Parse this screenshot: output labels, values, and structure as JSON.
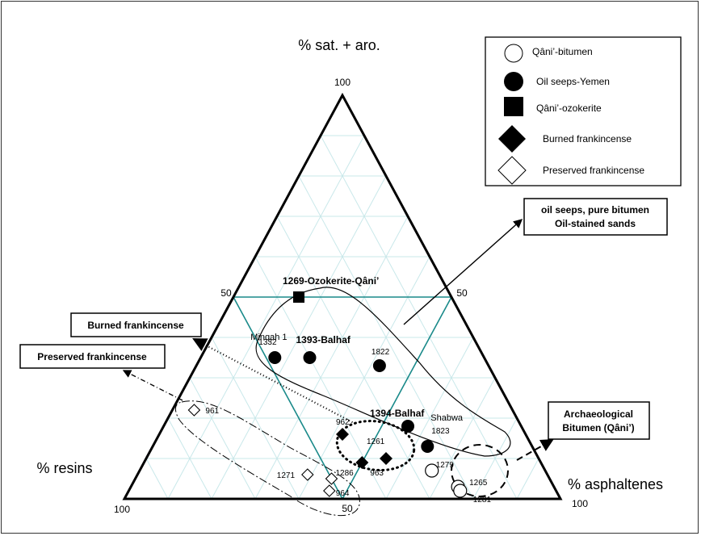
{
  "chart_data": {
    "type": "scatter",
    "subtype": "ternary",
    "axes": {
      "top": {
        "label": "% sat. + aro.",
        "max_label": "100"
      },
      "left": {
        "label": "% resins",
        "max_label": "100"
      },
      "right": {
        "label": "% asphaltenes",
        "max_label": "100"
      },
      "mid_labels": {
        "left_edge": "50",
        "right_edge": "50",
        "bottom_edge": "50"
      }
    },
    "grid": true,
    "grid_step": 10,
    "legend": {
      "placement": "top-right",
      "entries": [
        {
          "name": "Qâni’-bitumen",
          "marker": "open-circle"
        },
        {
          "name": "Oil seeps-Yemen",
          "marker": "filled-circle"
        },
        {
          "name": "Qâni’-ozokerite",
          "marker": "filled-square"
        },
        {
          "name": "Burned frankincense",
          "marker": "filled-diamond"
        },
        {
          "name": "Preserved frankincense",
          "marker": "open-diamond"
        }
      ]
    },
    "series": [
      {
        "name": "Qâni’-bitumen",
        "marker": "open-circle",
        "points": [
          {
            "label": "1279",
            "sat_aro": 7,
            "resins": 26,
            "asphaltenes": 67
          },
          {
            "label": "1265",
            "sat_aro": 3,
            "resins": 22,
            "asphaltenes": 75
          },
          {
            "label": "1281",
            "sat_aro": 2,
            "resins": 22,
            "asphaltenes": 76
          }
        ]
      },
      {
        "name": "Oil seeps-Yemen",
        "marker": "filled-circle",
        "points": [
          {
            "label": "1332",
            "sat_aro": 35,
            "resins": 48,
            "asphaltenes": 17
          },
          {
            "label": "1393-Balhaf",
            "sat_aro": 35,
            "resins": 40,
            "asphaltenes": 25
          },
          {
            "label": "1822",
            "sat_aro": 33,
            "resins": 25,
            "asphaltenes": 42
          },
          {
            "label": "1394-Balhaf",
            "sat_aro": 18,
            "resins": 26,
            "asphaltenes": 56
          },
          {
            "label": "1823",
            "sat_aro": 13,
            "resins": 24,
            "asphaltenes": 63
          }
        ]
      },
      {
        "name": "Qâni’-ozokerite",
        "marker": "filled-square",
        "points": [
          {
            "label": "1269-Ozokerite-Qâni’",
            "sat_aro": 50,
            "resins": 35,
            "asphaltenes": 15
          }
        ]
      },
      {
        "name": "Burned frankincense",
        "marker": "filled-diamond",
        "points": [
          {
            "label": "962",
            "sat_aro": 16,
            "resins": 42,
            "asphaltenes": 42
          },
          {
            "label": "963",
            "sat_aro": 9,
            "resins": 41,
            "asphaltenes": 50
          },
          {
            "label": "1261",
            "sat_aro": 10,
            "resins": 35,
            "asphaltenes": 55
          }
        ]
      },
      {
        "name": "Preserved frankincense",
        "marker": "open-diamond",
        "points": [
          {
            "label": "961",
            "sat_aro": 22,
            "resins": 73,
            "asphaltenes": 5
          },
          {
            "label": "1271",
            "sat_aro": 6,
            "resins": 55,
            "asphaltenes": 39
          },
          {
            "label": "1286",
            "sat_aro": 5,
            "resins": 50,
            "asphaltenes": 45
          },
          {
            "label": "964",
            "sat_aro": 2,
            "resins": 52,
            "asphaltenes": 46
          }
        ]
      }
    ],
    "point_annotations": [
      {
        "text": "Minqah 1",
        "near": "1332"
      },
      {
        "text": "Shabwa",
        "near": "1823"
      }
    ],
    "callouts": [
      {
        "id": "oil",
        "lines": [
          "oil seeps, pure bitumen",
          "Oil-stained sands"
        ],
        "style": "solid"
      },
      {
        "id": "burned",
        "lines": [
          "Burned frankincense"
        ],
        "style": "dotted"
      },
      {
        "id": "preserved",
        "lines": [
          "Preserved frankincense"
        ],
        "style": "dash-dot"
      },
      {
        "id": "arch",
        "lines": [
          "Archaeological",
          "Bitumen (Qâni’)"
        ],
        "style": "dashed"
      }
    ],
    "inner_triangle": {
      "vertices": [
        {
          "sat_aro": 50,
          "resins": 50,
          "asphaltenes": 0
        },
        {
          "sat_aro": 50,
          "resins": 0,
          "asphaltenes": 50
        },
        {
          "sat_aro": 0,
          "resins": 50,
          "asphaltenes": 50
        }
      ],
      "color": "#1a8a8a"
    },
    "colors": {
      "grid": "#c9e8ea",
      "inner_triangle": "#1a8a8a",
      "outline": "#000000"
    }
  }
}
